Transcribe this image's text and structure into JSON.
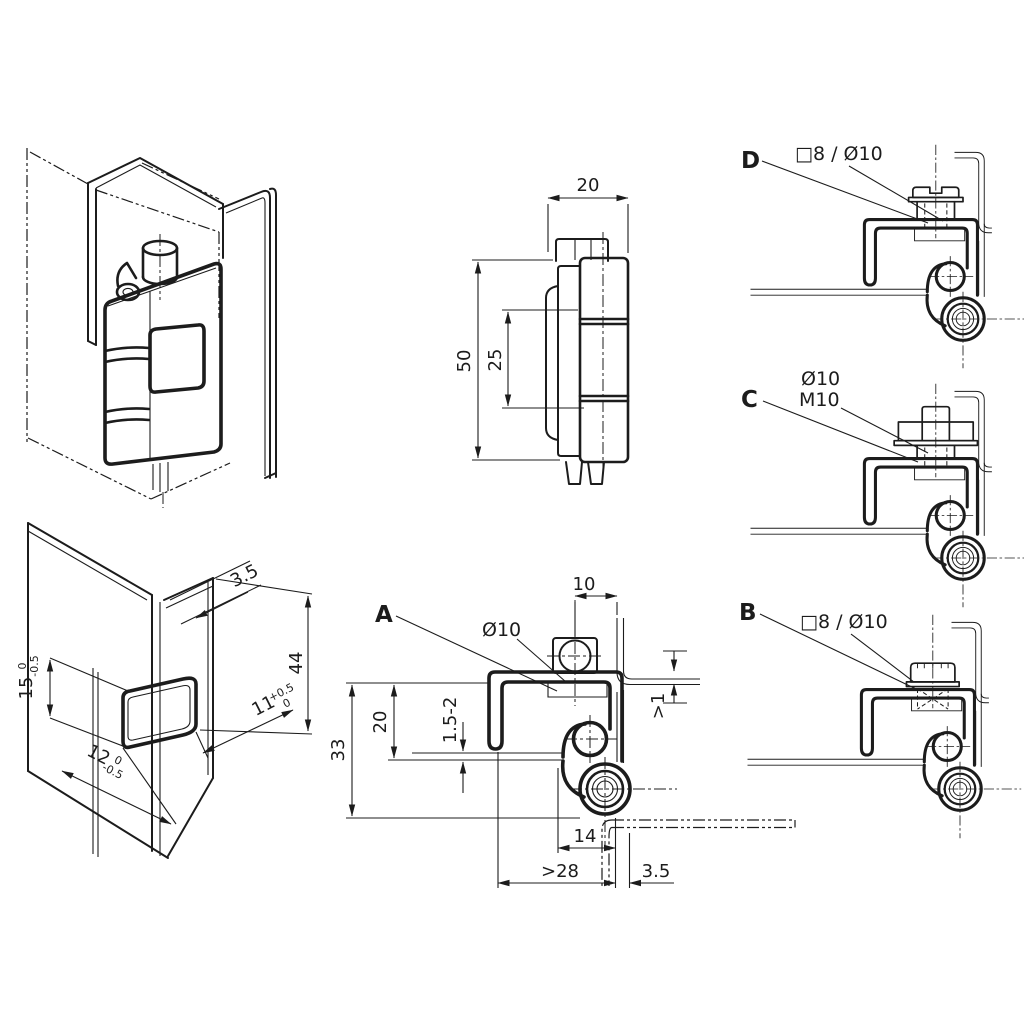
{
  "views": {
    "side": {
      "dims": {
        "width": "20",
        "height": "50",
        "pitch": "25"
      }
    },
    "cutout_iso": {
      "dims": {
        "edge_offset": "3.5",
        "height": "44",
        "notch_height": {
          "value": "15",
          "tol_upper": "0",
          "tol_lower": "-0.5"
        },
        "notch_width": {
          "value": "11",
          "tol_upper": "+0.5",
          "tol_lower": "0"
        },
        "notch_depth": {
          "value": "12",
          "tol_upper": "0",
          "tol_lower": "-0.5"
        }
      }
    },
    "section_a": {
      "label": "A",
      "pin_diameter": "Ø10",
      "dims": {
        "pin_offset": "10",
        "clearance": ">1",
        "leaf_height": "20",
        "sheet_thickness": "1.5-2",
        "overall_height": "33",
        "curl_width": "14",
        "min_depth": ">28",
        "frame_offset": "3.5"
      }
    },
    "view_d": {
      "label": "D",
      "callout": "□8 / Ø10"
    },
    "view_c": {
      "label": "C",
      "callout_dia": "Ø10",
      "callout_thread": "M10"
    },
    "view_b": {
      "label": "B",
      "callout": "□8 / Ø10"
    }
  }
}
